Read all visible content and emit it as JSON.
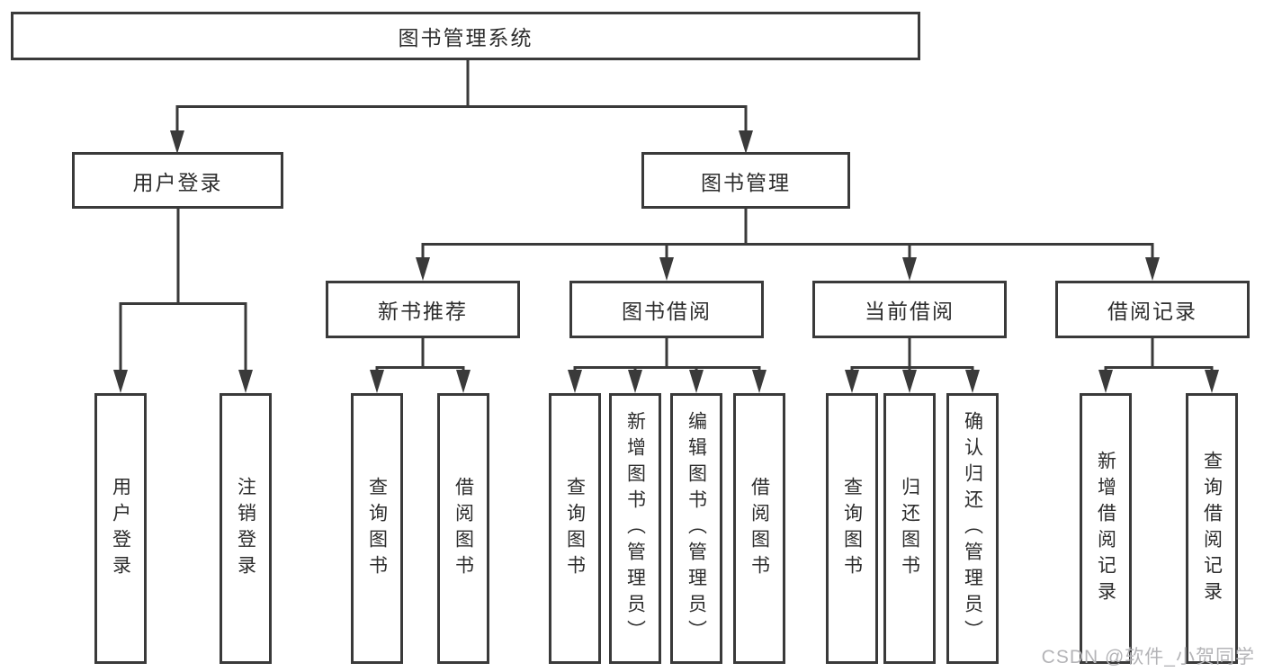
{
  "colors": {
    "line": "#3a3a3a",
    "text": "#2d2d2d",
    "background": "#ffffff",
    "watermark_text_color": "#b4b4b7"
  },
  "watermark": {
    "text": "CSDN @软件_小贺同学"
  },
  "tree": {
    "root_label": "图书管理系统",
    "level2": [
      {
        "label": "用户登录",
        "leaves": [
          {
            "label": "用户登录"
          },
          {
            "label": "注销登录"
          }
        ]
      },
      {
        "label": "图书管理",
        "groups": [
          {
            "label": "新书推荐",
            "leaves": [
              {
                "label": "查询图书"
              },
              {
                "label": "借阅图书"
              }
            ]
          },
          {
            "label": "图书借阅",
            "leaves": [
              {
                "label": "查询图书"
              },
              {
                "label": "新增图书（管理员）"
              },
              {
                "label": "编辑图书（管理员）"
              },
              {
                "label": "借阅图书"
              }
            ]
          },
          {
            "label": "当前借阅",
            "leaves": [
              {
                "label": "查询图书"
              },
              {
                "label": "归还图书"
              },
              {
                "label": "确认归还（管理员）"
              }
            ]
          },
          {
            "label": "借阅记录",
            "leaves": [
              {
                "label": "新增借阅记录"
              },
              {
                "label": "查询借阅记录"
              }
            ]
          }
        ]
      }
    ]
  }
}
